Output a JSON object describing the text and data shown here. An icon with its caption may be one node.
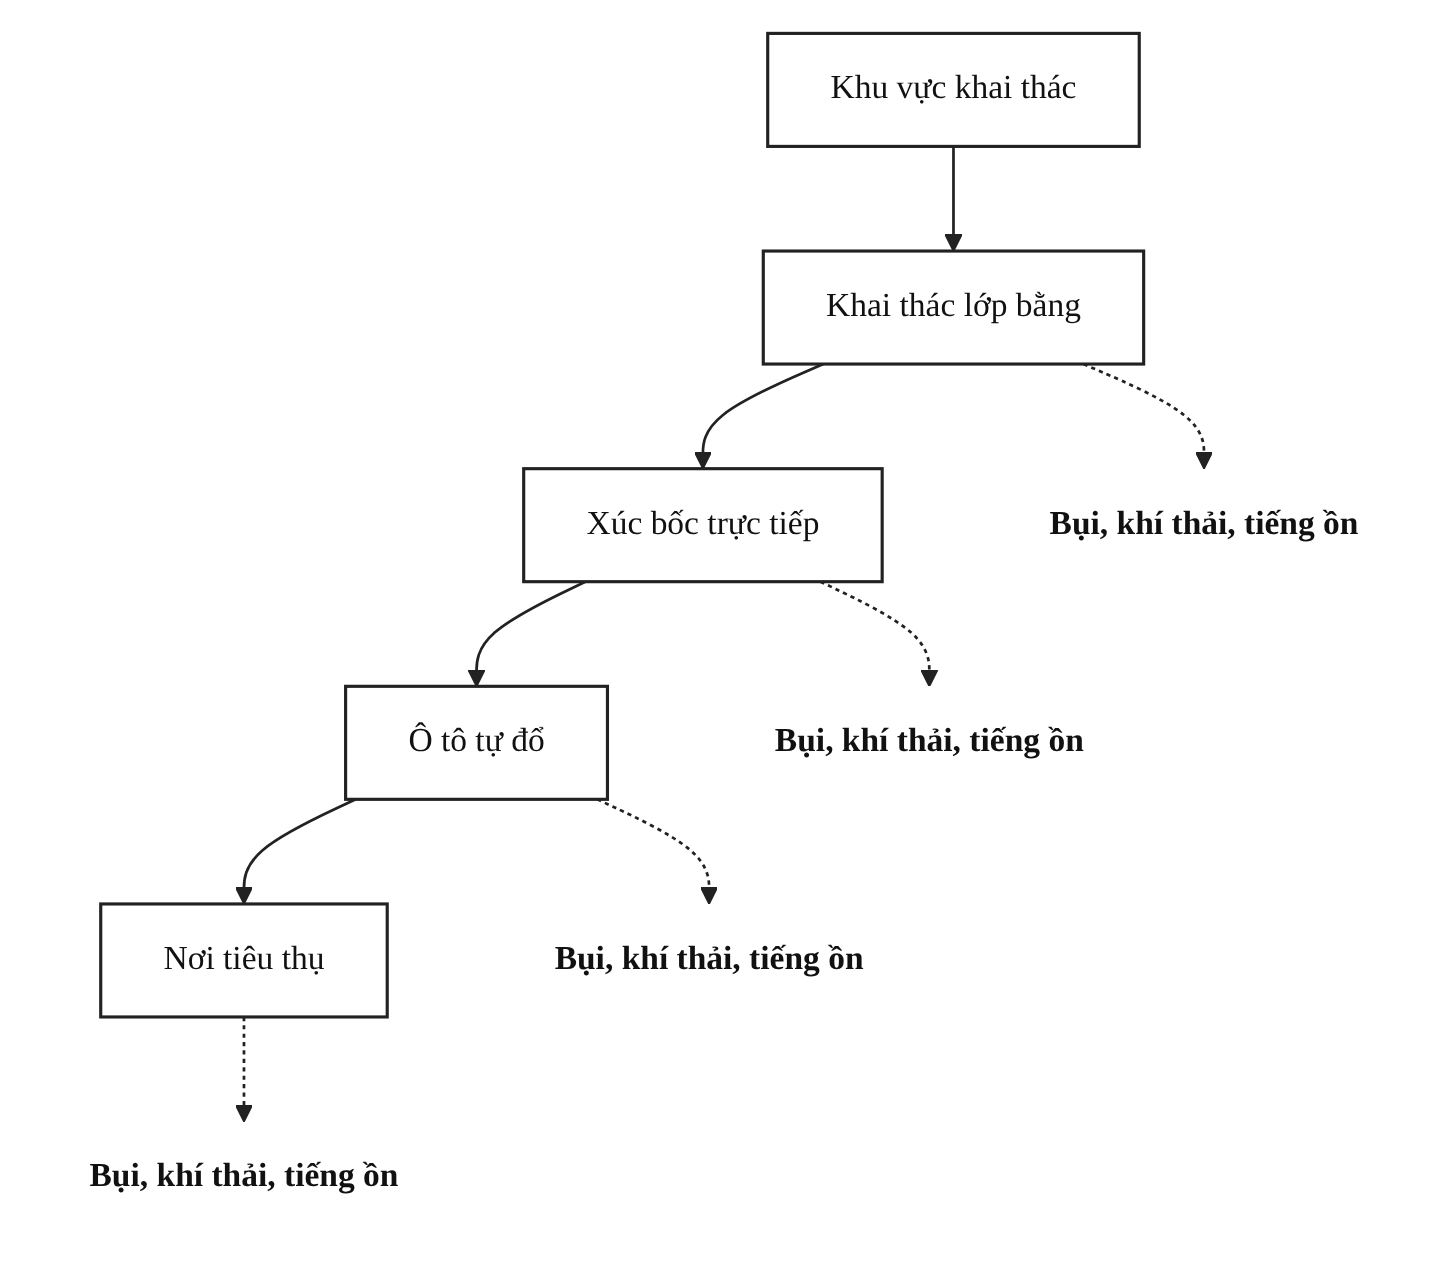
{
  "diagram": {
    "nodes": [
      {
        "text": [
          "Khu vực khai thác"
        ]
      },
      {
        "text": [
          "Khai thác lớp bằng"
        ]
      },
      {
        "text": [
          "Xúc bốc trực tiếp"
        ]
      },
      {
        "text": [
          "Ô tô tự đổ"
        ]
      },
      {
        "text": [
          "Nơi tiêu thụ"
        ]
      },
      {
        "text": [
          "Bụi, khí thải, tiếng ồn"
        ]
      },
      {
        "text": [
          "Bụi, khí thải, tiếng ồn"
        ]
      },
      {
        "text": [
          "Bụi, khí thải, tiếng ồn"
        ]
      },
      {
        "text": [
          "Bụi, khí thải, tiếng ồn"
        ]
      }
    ],
    "edges": [
      {
        "from": 0,
        "to": 1,
        "arrow": "to"
      },
      {
        "from": 1,
        "to": 5,
        "arrow": "to",
        "style": "dashed"
      },
      {
        "from": 1,
        "to": 2,
        "arrow": "to"
      },
      {
        "from": 2,
        "to": 6,
        "arrow": "to",
        "style": "dashed"
      },
      {
        "from": 2,
        "to": 3,
        "arrow": "to"
      },
      {
        "from": 3,
        "to": 7,
        "arrow": "to",
        "style": "dashed"
      },
      {
        "from": 3,
        "to": 4,
        "arrow": "to"
      },
      {
        "from": 4,
        "to": 8,
        "arrow": "to",
        "style": "dashed"
      }
    ]
  }
}
